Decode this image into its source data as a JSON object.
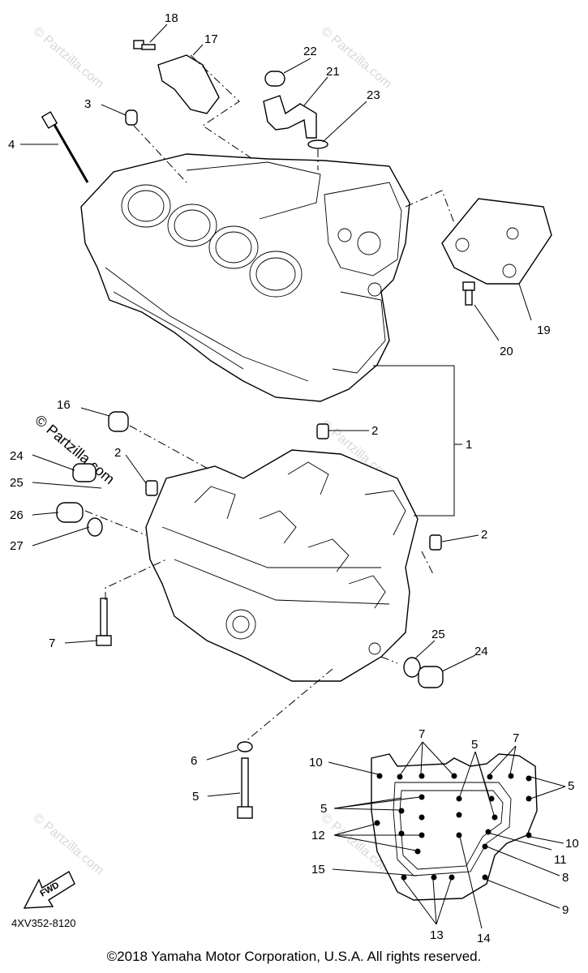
{
  "diagram": {
    "part_number": "4XV352-8120",
    "copyright": "©2018 Yamaha Motor Corporation, U.S.A. All rights reserved.",
    "watermark": "© Partzilla.com",
    "fwd_label": "FWD",
    "callouts": {
      "c1": "1",
      "c2a": "2",
      "c2b": "2",
      "c2c": "2",
      "c3": "3",
      "c4": "4",
      "c5a": "5",
      "c5b": "5",
      "c5c": "5",
      "c5d": "5",
      "c6": "6",
      "c7a": "7",
      "c7b": "7",
      "c7c": "7",
      "c8": "8",
      "c9": "9",
      "c10a": "10",
      "c10b": "10",
      "c11": "11",
      "c12": "12",
      "c13": "13",
      "c14": "14",
      "c15": "15",
      "c16": "16",
      "c17": "17",
      "c18": "18",
      "c19": "19",
      "c20": "20",
      "c21": "21",
      "c22": "22",
      "c23": "23",
      "c24a": "24",
      "c24b": "24",
      "c25a": "25",
      "c25b": "25",
      "c26": "26",
      "c27": "27"
    }
  }
}
